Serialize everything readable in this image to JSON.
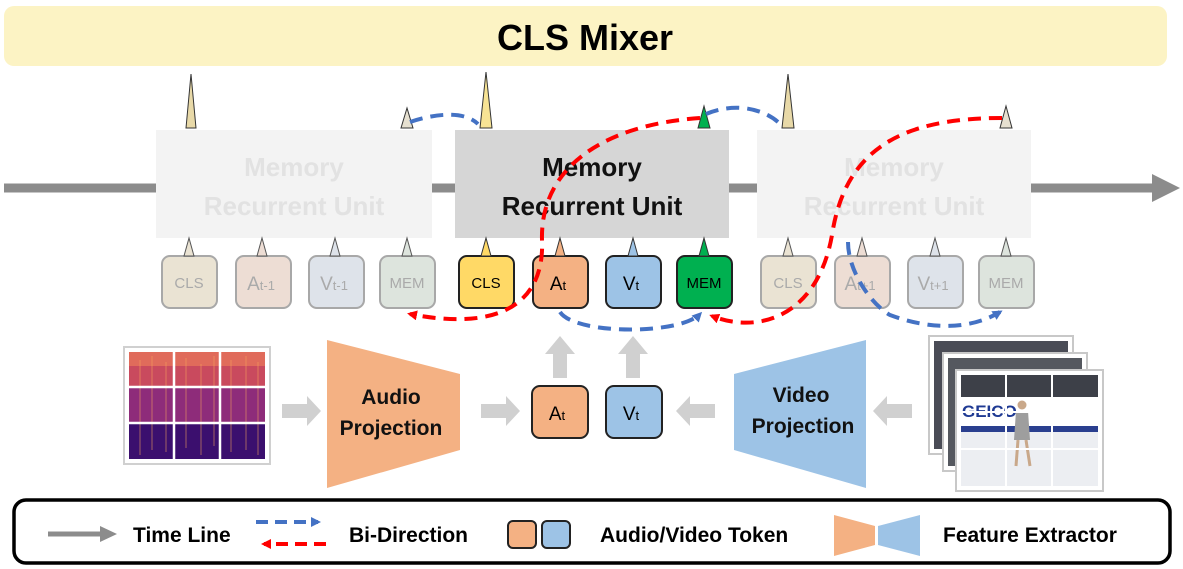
{
  "header": {
    "title": "CLS Mixer"
  },
  "units": [
    {
      "line1": "Memory",
      "line2": "Recurrent Unit",
      "active": false
    },
    {
      "line1": "Memory",
      "line2": "Recurrent Unit",
      "active": true
    },
    {
      "line1": "Memory",
      "line2": "Recurrent Unit",
      "active": false
    }
  ],
  "tokens": [
    [
      {
        "main": "CLS",
        "sub": "",
        "kind": "cls"
      },
      {
        "main": "A",
        "sub": "t-1",
        "kind": "audio"
      },
      {
        "main": "V",
        "sub": "t-1",
        "kind": "video"
      },
      {
        "main": "MEM",
        "sub": "",
        "kind": "mem"
      }
    ],
    [
      {
        "main": "CLS",
        "sub": "",
        "kind": "cls"
      },
      {
        "main": "A",
        "sub": "t",
        "kind": "audio"
      },
      {
        "main": "V",
        "sub": "t",
        "kind": "video"
      },
      {
        "main": "MEM",
        "sub": "",
        "kind": "mem"
      }
    ],
    [
      {
        "main": "CLS",
        "sub": "",
        "kind": "cls"
      },
      {
        "main": "A",
        "sub": "t+1",
        "kind": "audio"
      },
      {
        "main": "V",
        "sub": "t+1",
        "kind": "video"
      },
      {
        "main": "MEM",
        "sub": "",
        "kind": "mem"
      }
    ]
  ],
  "projection": {
    "audio_line1": "Audio",
    "audio_line2": "Projection",
    "video_line1": "Video",
    "video_line2": "Projection"
  },
  "current_tokens": {
    "audio_main": "A",
    "audio_sub": "t",
    "video_main": "V",
    "video_sub": "t"
  },
  "video_frame": {
    "banner_text": "GEICO"
  },
  "legend": {
    "timeline": "Time Line",
    "bidirection": "Bi-Direction",
    "tokens": "Audio/Video Token",
    "extractor": "Feature Extractor"
  },
  "colors": {
    "header_bg": "#FCF3C4",
    "unit_active": "#D6D6D6",
    "unit_faded": "#F3F3F3",
    "cls": "#FFD966",
    "audio": "#F4B183",
    "video": "#9DC3E6",
    "mem": "#00B050",
    "cls_faded": "#EAE3D3",
    "audio_faded": "#EDDDD4",
    "video_faded": "#DEE3EA",
    "mem_faded": "#DDE4DD",
    "blue_dash": "#4472C4",
    "red_dash": "#FF0000",
    "timeline": "#8C8C8C",
    "arrow_light": "#D0D0D0"
  }
}
